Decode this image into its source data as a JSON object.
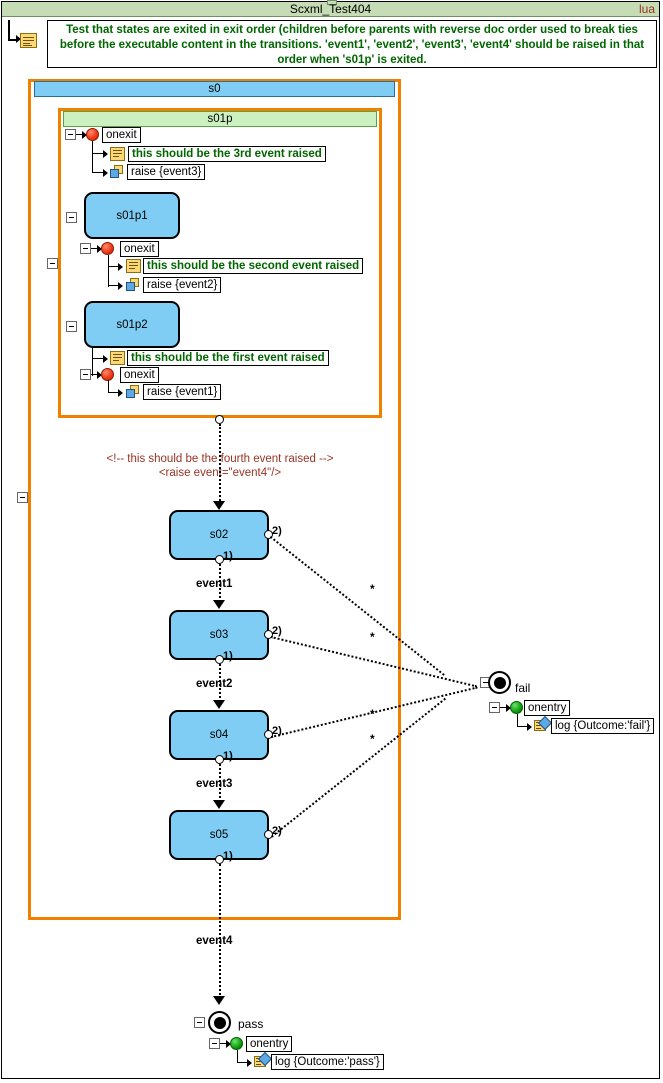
{
  "titlebar": {
    "title": "Scxml_Test404",
    "language": "lua"
  },
  "description": {
    "text": "Test that states are exited in exit order (children before parents with reverse doc order used to break ties before the executable content in the transitions. 'event1', 'event2', 'event3', 'event4' should be raised in that order when 's01p' is exited.",
    "icon": "note-icon"
  },
  "root_state": {
    "label": "s0"
  },
  "parallel_state": {
    "label": "s01p"
  },
  "s01p_onexit": {
    "label": "onexit",
    "comment": "this should be the 3rd event raised",
    "action": "raise {event3}"
  },
  "s01p1": {
    "label": "s01p1",
    "onexit_label": "onexit",
    "comment": "this should be the second event raised",
    "action": "raise {event2}"
  },
  "s01p2": {
    "label": "s01p2",
    "onexit_label": "onexit",
    "comment": "this should be the first event raised",
    "action": "raise {event1}"
  },
  "transition_comment": {
    "line1": "<!-- this should be the fourth event raised -->",
    "line2": "<raise event=\"event4\"/>"
  },
  "states": [
    {
      "label": "s02",
      "port_bottom": "1)",
      "port_right": "2)"
    },
    {
      "label": "s03",
      "port_bottom": "1)",
      "port_right": "2)"
    },
    {
      "label": "s04",
      "port_bottom": "1)",
      "port_right": "2)"
    },
    {
      "label": "s05",
      "port_bottom": "1)",
      "port_right": "2)"
    }
  ],
  "event_labels": [
    "event1",
    "event2",
    "event3",
    "event4"
  ],
  "wildcard_label": "*",
  "fail": {
    "label": "fail",
    "onentry_label": "onentry",
    "action": "log {Outcome:'fail'}"
  },
  "pass": {
    "label": "pass",
    "onentry_label": "onentry",
    "action": "log {Outcome:'pass'}"
  },
  "colors": {
    "header_bg": "#c5dcb4",
    "container_border": "#f08000",
    "state_fill": "#7fcdf4",
    "parallel_header": "#cdf0c0",
    "comment_green": "#006600",
    "comment_red": "#993322"
  }
}
